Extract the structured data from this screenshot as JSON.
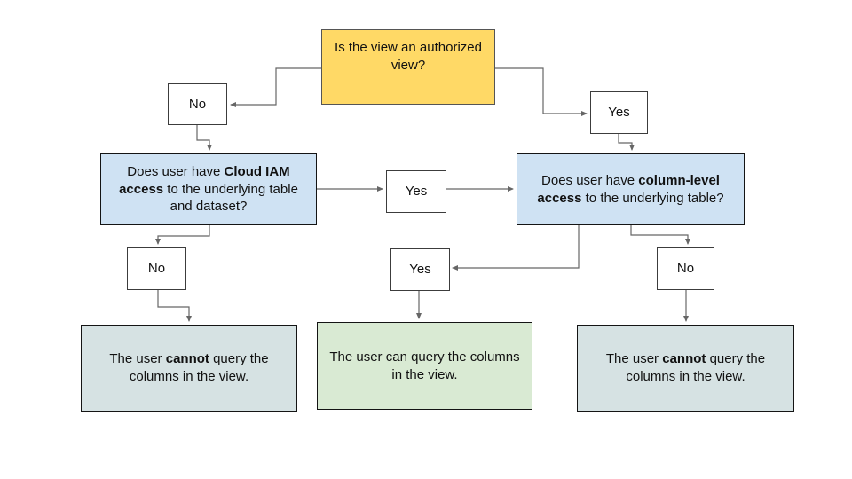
{
  "diagram": {
    "nodes": {
      "q_authorized": {
        "label": "Is the view an authorized view?"
      },
      "no_authorized": {
        "label": "No"
      },
      "yes_authorized": {
        "label": "Yes"
      },
      "q_iam": {
        "pre": "Does user have ",
        "bold": "Cloud IAM access",
        "post": " to the underlying table and dataset?"
      },
      "yes_iam_mid": {
        "label": "Yes"
      },
      "q_column": {
        "pre": "Does user have ",
        "bold": "column-level access",
        "post": " to the underlying table?"
      },
      "no_iam": {
        "label": "No"
      },
      "yes_column": {
        "label": "Yes"
      },
      "no_column": {
        "label": "No"
      },
      "result_cannot_left": {
        "pre": "The user ",
        "bold": "cannot",
        "post": " query the columns in the view."
      },
      "result_can": {
        "label": "The user can query the columns in the view."
      },
      "result_cannot_right": {
        "pre": "The user ",
        "bold": "cannot",
        "post": " query the columns in the view."
      }
    },
    "colors": {
      "decision_fill": "#ffd966",
      "question_fill": "#cfe2f3",
      "result_negative_fill": "#d6e2e3",
      "result_positive_fill": "#d9ead3",
      "connector": "#666666",
      "background": "#ffffff"
    }
  }
}
